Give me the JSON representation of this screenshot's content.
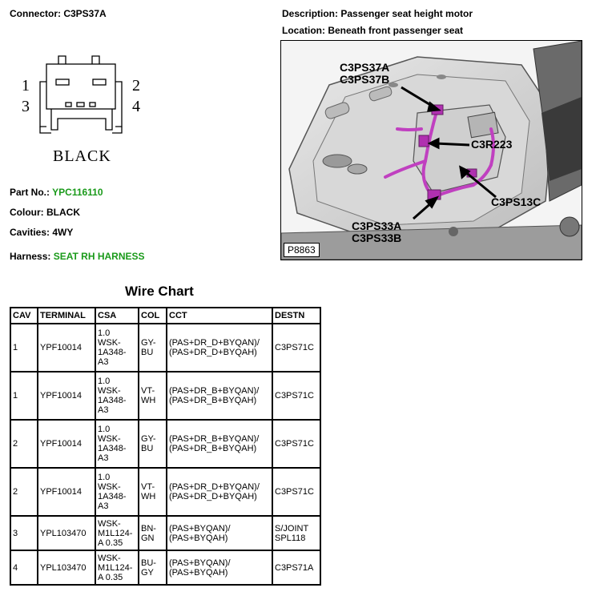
{
  "connector": {
    "label": "Connector: C3PS37A",
    "pins": [
      "1",
      "2",
      "3",
      "4"
    ],
    "color_name": "BLACK"
  },
  "description": "Description: Passenger seat height motor",
  "location": "Location: Beneath front passenger seat",
  "part": {
    "label": "Part No.:",
    "value": "YPC116110"
  },
  "colour": "Colour: BLACK",
  "cavities": "Cavities: 4WY",
  "harness": {
    "label": "Harness:",
    "value": "SEAT RH HARNESS"
  },
  "photo": {
    "callouts": [
      "C3PS37A",
      "C3PS37B",
      "C3R223",
      "C3PS13C",
      "C3PS33A",
      "C3PS33B"
    ],
    "figure_id": "P8863",
    "highlight_color": "#c040c0"
  },
  "wire_chart": {
    "title": "Wire Chart",
    "headers": [
      "CAV",
      "TERMINAL",
      "CSA",
      "COL",
      "CCT",
      "DESTN"
    ],
    "rows": [
      {
        "cav": "1",
        "terminal": "YPF10014",
        "csa": [
          "1.0",
          "WSK-",
          "1A348-",
          "A3"
        ],
        "col": [
          "GY-",
          "BU"
        ],
        "cct": [
          "(PAS+DR_D+BYQAN)/",
          "(PAS+DR_D+BYQAH)"
        ],
        "destn": [
          "C3PS71C"
        ]
      },
      {
        "cav": "1",
        "terminal": "YPF10014",
        "csa": [
          "1.0",
          "WSK-",
          "1A348-",
          "A3"
        ],
        "col": [
          "VT-",
          "WH"
        ],
        "cct": [
          "(PAS+DR_B+BYQAN)/",
          "(PAS+DR_B+BYQAH)"
        ],
        "destn": [
          "C3PS71C"
        ]
      },
      {
        "cav": "2",
        "terminal": "YPF10014",
        "csa": [
          "1.0",
          "WSK-",
          "1A348-",
          "A3"
        ],
        "col": [
          "GY-",
          "BU"
        ],
        "cct": [
          "(PAS+DR_B+BYQAN)/",
          "(PAS+DR_B+BYQAH)"
        ],
        "destn": [
          "C3PS71C"
        ]
      },
      {
        "cav": "2",
        "terminal": "YPF10014",
        "csa": [
          "1.0",
          "WSK-",
          "1A348-",
          "A3"
        ],
        "col": [
          "VT-",
          "WH"
        ],
        "cct": [
          "(PAS+DR_D+BYQAN)/",
          "(PAS+DR_D+BYQAH)"
        ],
        "destn": [
          "C3PS71C"
        ]
      },
      {
        "cav": "3",
        "terminal": "YPL103470",
        "csa": [
          "WSK-",
          "M1L124-",
          "A 0.35"
        ],
        "col": [
          "BN-",
          "GN"
        ],
        "cct": [
          "(PAS+BYQAN)/",
          "(PAS+BYQAH)"
        ],
        "destn": [
          "S/JOINT",
          "SPL118"
        ]
      },
      {
        "cav": "4",
        "terminal": "YPL103470",
        "csa": [
          "WSK-",
          "M1L124-",
          "A 0.35"
        ],
        "col": [
          "BU-",
          "GY"
        ],
        "cct": [
          "(PAS+BYQAN)/",
          "(PAS+BYQAH)"
        ],
        "destn": [
          "C3PS71A"
        ]
      }
    ]
  }
}
